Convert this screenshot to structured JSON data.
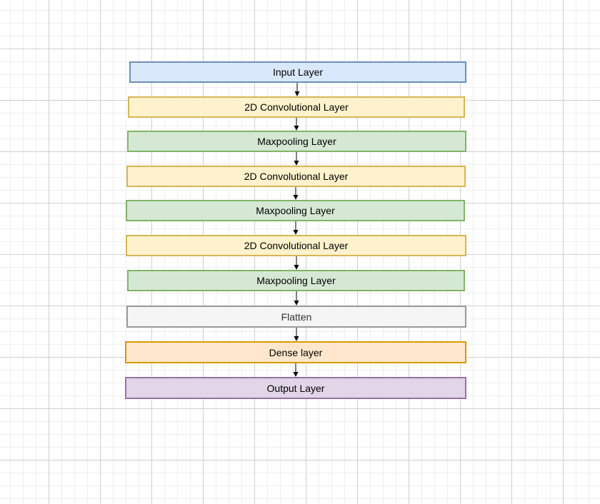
{
  "diagram": {
    "nodes": [
      {
        "label": "Input Layer",
        "fill": "#dae8fc",
        "stroke": "#6c8ebf"
      },
      {
        "label": "2D Convolutional Layer",
        "fill": "#fff2cc",
        "stroke": "#d6b656"
      },
      {
        "label": "Maxpooling Layer",
        "fill": "#d5e8d4",
        "stroke": "#82b366"
      },
      {
        "label": "2D Convolutional Layer",
        "fill": "#fff2cc",
        "stroke": "#d6b656"
      },
      {
        "label": "Maxpooling Layer",
        "fill": "#d5e8d4",
        "stroke": "#82b366"
      },
      {
        "label": "2D Convolutional Layer",
        "fill": "#fff2cc",
        "stroke": "#d6b656"
      },
      {
        "label": "Maxpooling Layer",
        "fill": "#d5e8d4",
        "stroke": "#82b366"
      },
      {
        "label": "Flatten",
        "fill": "#f5f5f5",
        "stroke": "#999999",
        "text_color": "#333333"
      },
      {
        "label": "Dense layer",
        "fill": "#ffe6cc",
        "stroke": "#d79b00"
      },
      {
        "label": "Output Layer",
        "fill": "#e1d5e7",
        "stroke": "#9673a6"
      }
    ],
    "edges": [
      [
        0,
        1
      ],
      [
        1,
        2
      ],
      [
        2,
        3
      ],
      [
        3,
        4
      ],
      [
        4,
        5
      ],
      [
        5,
        6
      ],
      [
        6,
        7
      ],
      [
        7,
        8
      ],
      [
        8,
        9
      ]
    ],
    "edge_color": "#000000"
  }
}
